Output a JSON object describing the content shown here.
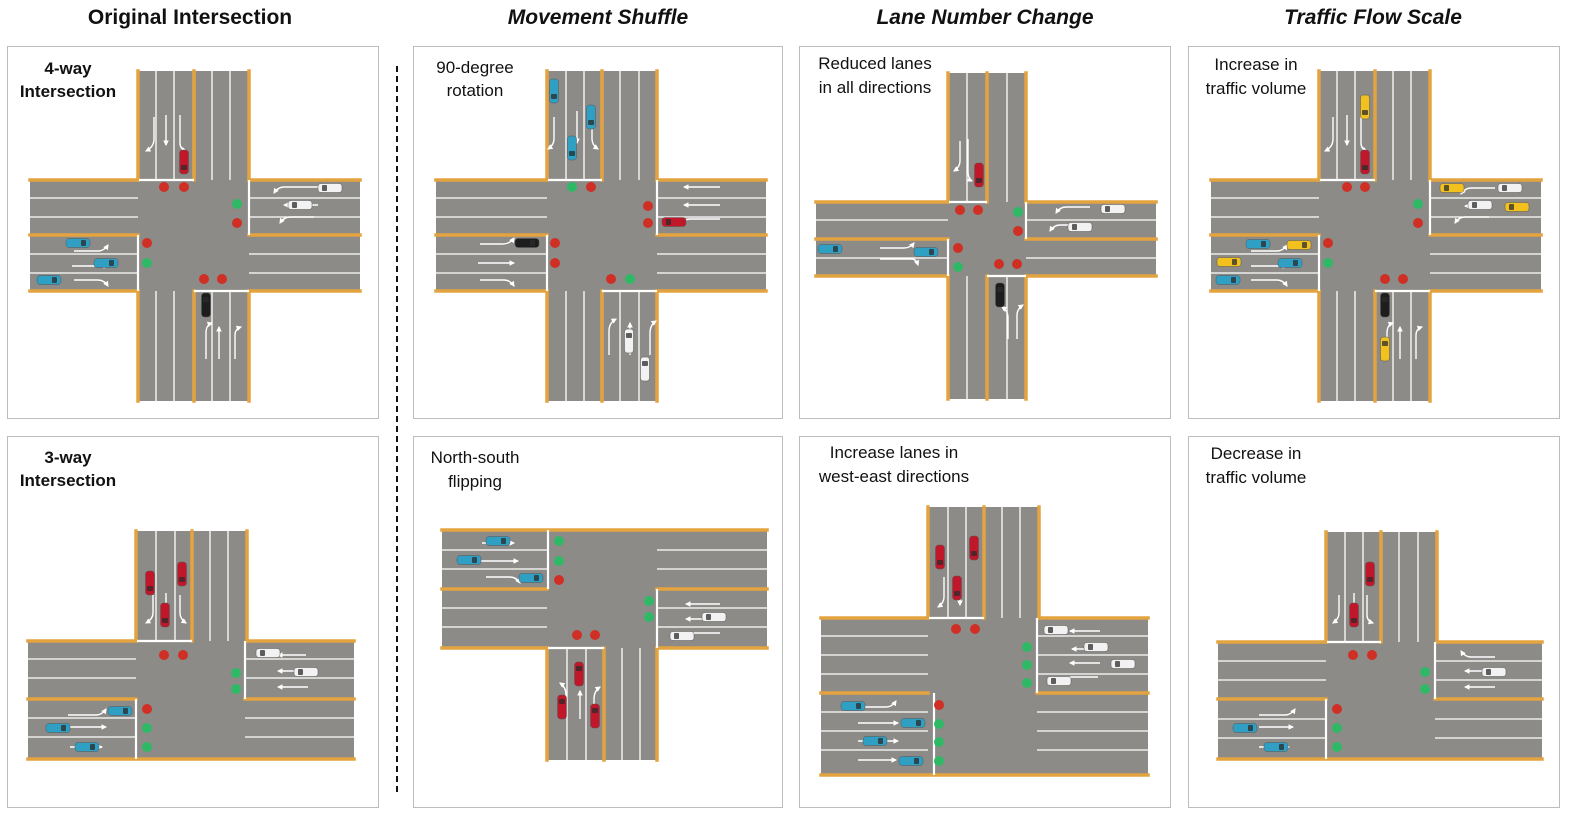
{
  "columns": [
    {
      "title": "Original Intersection",
      "italic": false
    },
    {
      "title": "Movement Shuffle",
      "italic": true
    },
    {
      "title": "Lane Number Change",
      "italic": true
    },
    {
      "title": "Traffic Flow Scale",
      "italic": true
    }
  ],
  "panels": {
    "orig4": {
      "label": [
        "4-way",
        "Intersection"
      ]
    },
    "orig3": {
      "label": [
        "3-way",
        "Intersection"
      ]
    },
    "rot": {
      "label": [
        "90-degree",
        "rotation"
      ]
    },
    "flip": {
      "label": [
        "North-south",
        "flipping"
      ]
    },
    "reduce": {
      "label": [
        "Reduced lanes",
        "in all directions"
      ]
    },
    "widen": {
      "label": [
        "Increase lanes in",
        "west-east directions"
      ]
    },
    "inc": {
      "label": [
        "Increase in",
        "traffic volume"
      ]
    },
    "dec": {
      "label": [
        "Decrease in",
        "traffic volume"
      ]
    }
  },
  "colors": {
    "road": "#8c8b88",
    "curb": "#e3a33f",
    "lane_line": "#ffffff",
    "signal_red": "#cf2f24",
    "signal_green": "#2fb865",
    "car_teal": "#2fa0c4",
    "car_red": "#c0182a",
    "car_white": "#f2f2f2",
    "car_black": "#1d1d1d",
    "car_yellow": "#f2c11d",
    "panel_border": "#bdbdbd"
  }
}
